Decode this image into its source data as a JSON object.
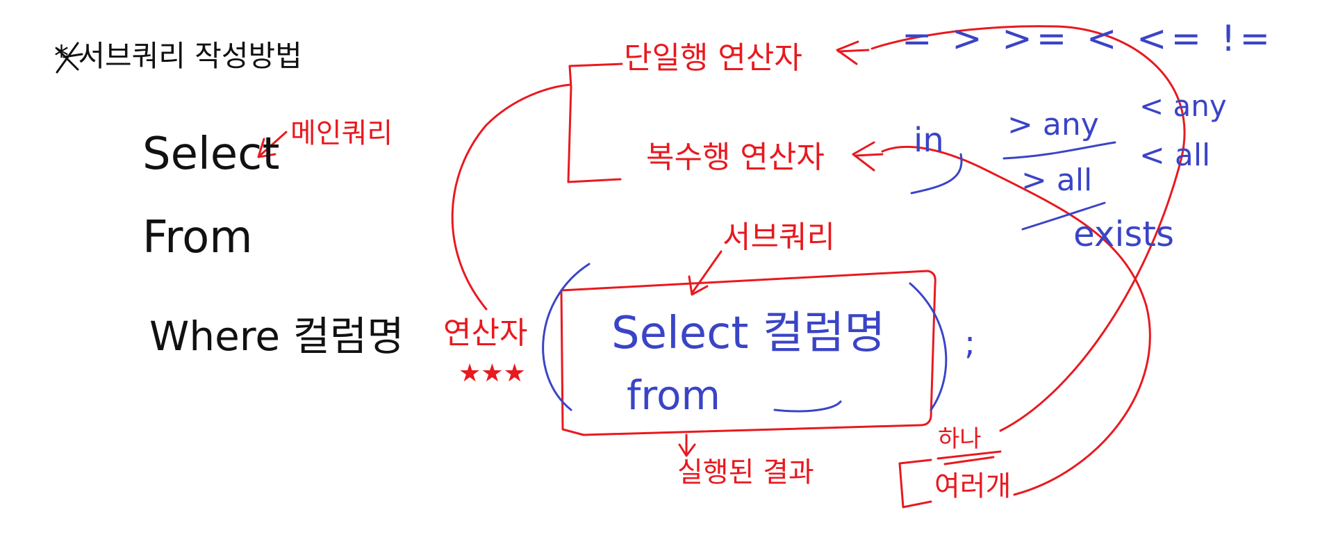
{
  "colors": {
    "ink": "#111111",
    "red": "#e8191f",
    "blue": "#3a44c6",
    "background": "#ffffff"
  },
  "left": {
    "title": "* 서브쿼리 작성방법",
    "select": "Select",
    "main_query": "메인쿼리",
    "from": "From",
    "where": "Where 컬럼명",
    "operator": "연산자",
    "stars": "★★★"
  },
  "box": {
    "subquery_label": "서브쿼리",
    "select": "Select 컬럼명",
    "from": "from",
    "semicolon": ";"
  },
  "results": {
    "label": "실행된 결과",
    "one": "하나",
    "many": "여러개"
  },
  "operators": {
    "single_label": "단일행 연산자",
    "single_list": "= > >= < <= !=",
    "multi_label": "복수행 연산자",
    "in": "in",
    "gt_any": "> any",
    "gt_all": "> all",
    "lt_any": "< any",
    "lt_all": "< all",
    "exists": "exists"
  }
}
